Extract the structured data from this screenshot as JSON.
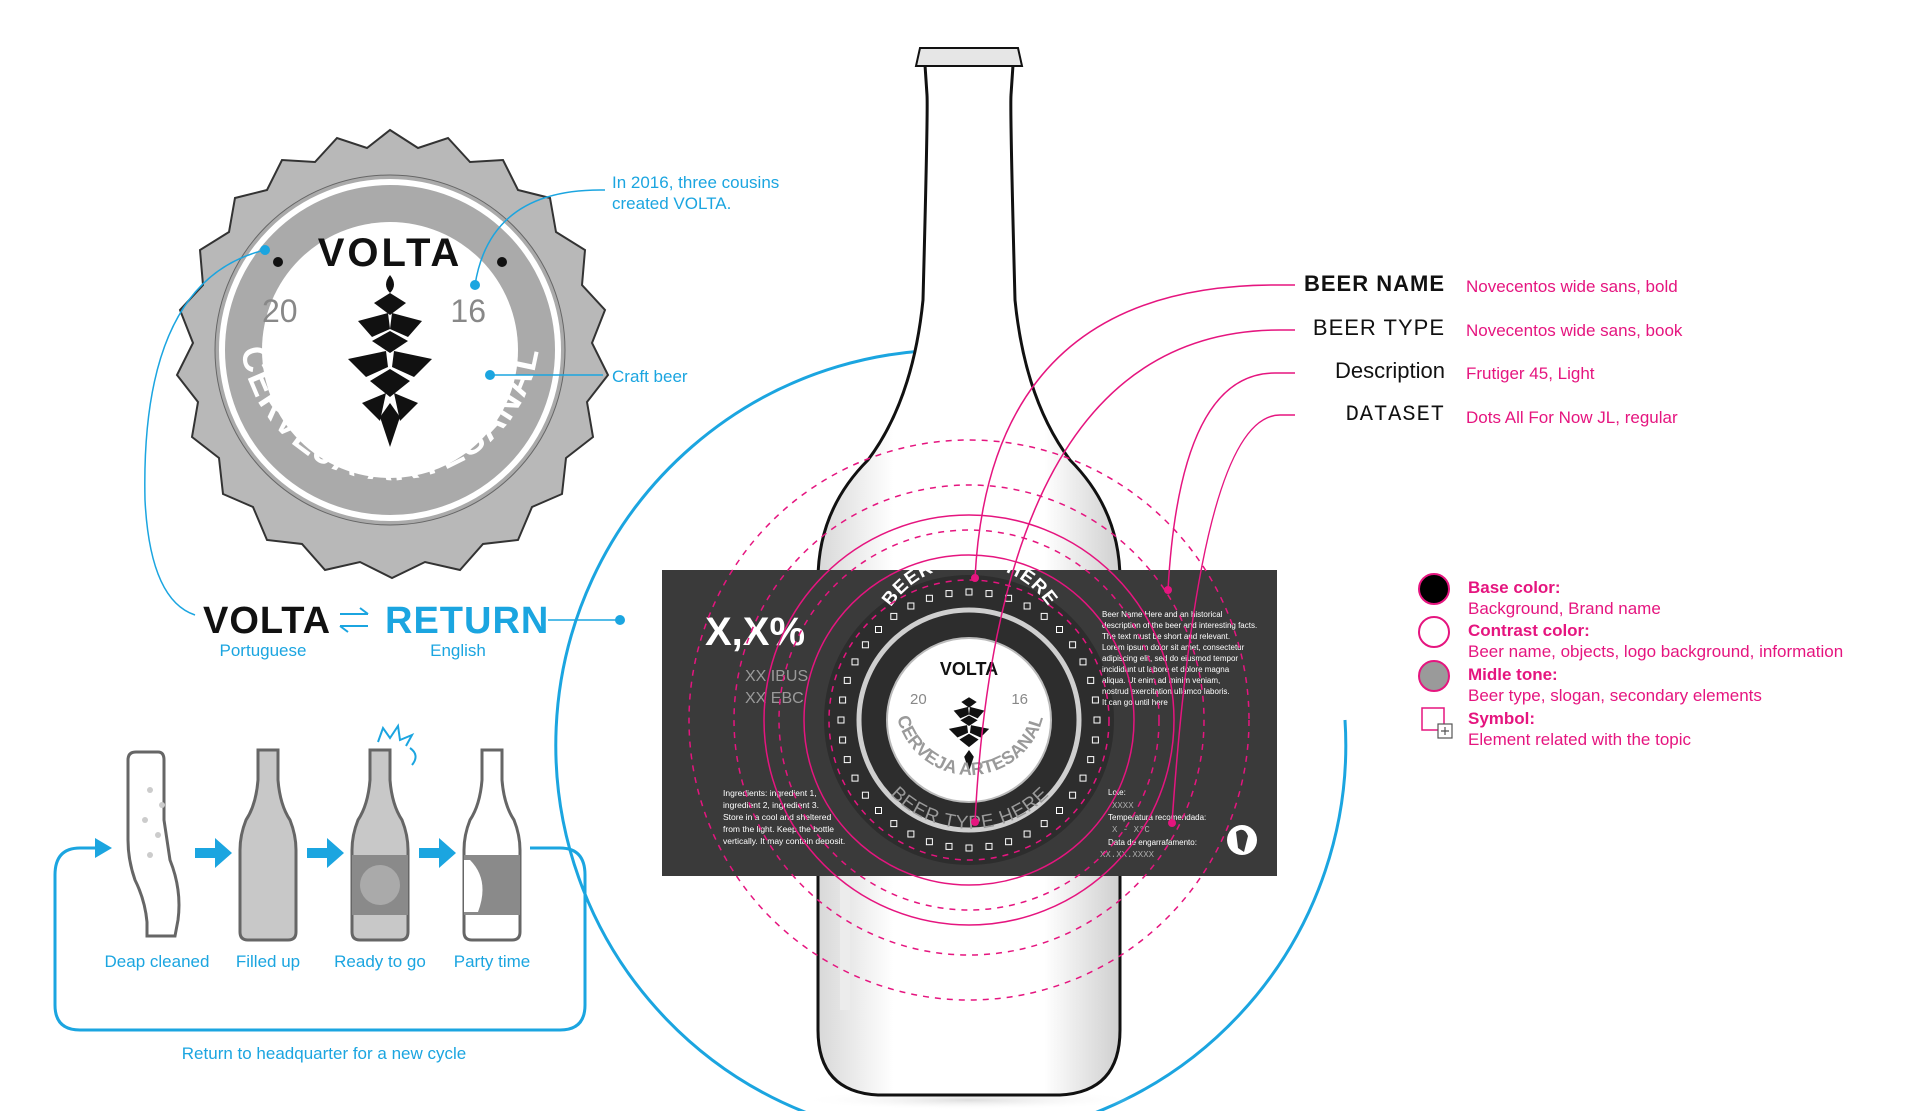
{
  "cap": {
    "brand": "VOLTA",
    "year_left": "20",
    "year_right": "16",
    "ring_text": "CERVEJA ARTESANAL"
  },
  "cap_notes": {
    "history": [
      "In 2016, three cousins",
      "created VOLTA."
    ],
    "craft": "Craft beer"
  },
  "meaning": {
    "word_pt": "VOLTA",
    "lang_pt": "Portuguese",
    "word_en": "RETURN",
    "lang_en": "English"
  },
  "cycle": {
    "steps": [
      "Deap cleaned",
      "Filled up",
      "Ready to go",
      "Party time"
    ],
    "loop_label": "Return to headquarter for a new cycle"
  },
  "typography": [
    {
      "sample": "BEER NAME",
      "spec": "Novecentos wide sans, bold"
    },
    {
      "sample": "BEER TYPE",
      "spec": "Novecentos wide sans, book"
    },
    {
      "sample": "Description",
      "spec": "Frutiger 45, Light"
    },
    {
      "sample": "DATASET",
      "spec": "Dots All For Now JL, regular"
    }
  ],
  "legend": [
    {
      "title": "Base color:",
      "desc": "Background, Brand name",
      "swatch": "#000000"
    },
    {
      "title": "Contrast color:",
      "desc": "Beer name, objects, logo background, information",
      "swatch": "#ffffff"
    },
    {
      "title": "Midle tone:",
      "desc": "Beer type, slogan, secondary elements",
      "swatch": "#9a9a9a"
    },
    {
      "title": "Symbol:",
      "desc": "Element related with the topic",
      "swatch": "symbol"
    }
  ],
  "label": {
    "abv": "X,X%",
    "ibus": "XX IBUS",
    "ebc": "XX EBC",
    "beer_name": "BEER NAME HERE",
    "beer_type": "BEER TYPE HERE",
    "brand": "VOLTA",
    "year_left": "20",
    "year_right": "16",
    "ring_text": "CERVEJA ARTESANAL",
    "desc_lines": [
      "Beer Name Here and an historical",
      "description of the beer and interesting facts.",
      "The text must be short and relevant.",
      "Lorem ipsum dolor sit amet, consectetur",
      "adipiscing elit, sed do eiusmod tempor",
      "incididunt ut labore et dolore magna",
      "aliqua. Ut enim ad minim veniam,",
      "nostrud exercitation ullamco laboris.",
      "It can go until here"
    ],
    "ingredients_lines": [
      "Ingredients: ingredient 1,",
      "ingredient 2, ingredient 3.",
      "Store in a cool and sheltered",
      "from the light. Keep the bottle",
      "vertically. It may contain deposit."
    ],
    "lot_label": "Lote:",
    "lot_value": "XXXX",
    "temp_label": "Temperatura recomendada:",
    "temp_value": "X - X°C",
    "date_label": "Data de engarrafamento:",
    "date_value": "XX.XX.XXXX"
  },
  "colors": {
    "accent_blue": "#1ba5e0",
    "accent_magenta": "#e5157f",
    "label_dark": "#3a3a3a",
    "cap_grey": "#b5b5b5"
  }
}
